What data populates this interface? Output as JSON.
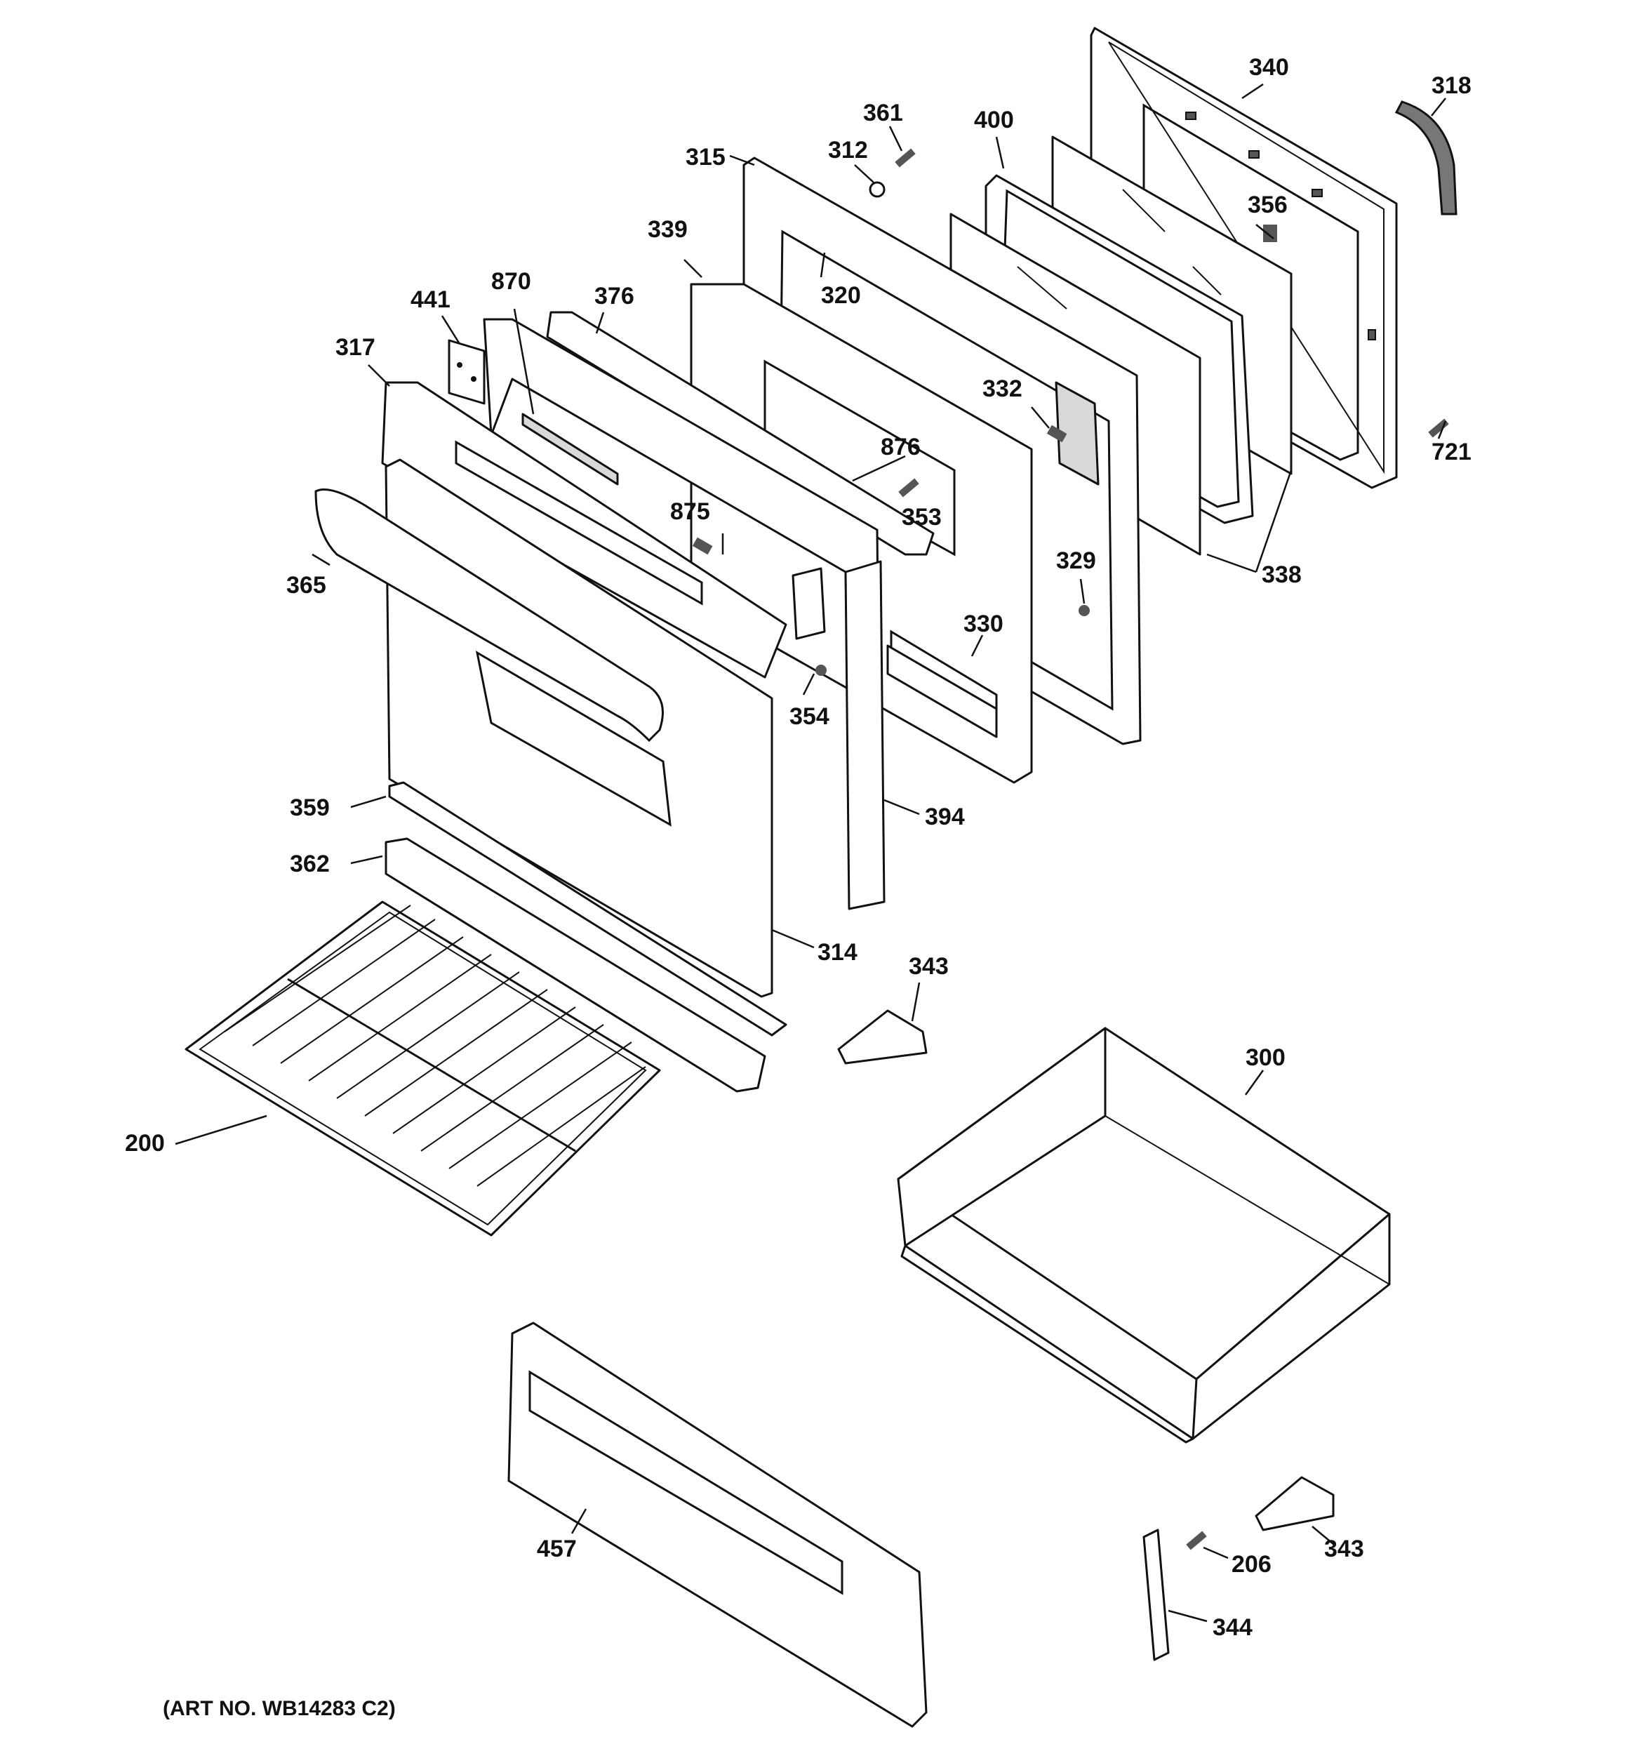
{
  "diagram": {
    "art_number": "(ART NO. WB14283 C2)",
    "callouts": [
      {
        "id": "c340",
        "label": "340"
      },
      {
        "id": "c318",
        "label": "318"
      },
      {
        "id": "c361",
        "label": "361"
      },
      {
        "id": "c400",
        "label": "400"
      },
      {
        "id": "c312",
        "label": "312"
      },
      {
        "id": "c315",
        "label": "315"
      },
      {
        "id": "c356",
        "label": "356"
      },
      {
        "id": "c339",
        "label": "339"
      },
      {
        "id": "c320",
        "label": "320"
      },
      {
        "id": "c870",
        "label": "870"
      },
      {
        "id": "c376",
        "label": "376"
      },
      {
        "id": "c441",
        "label": "441"
      },
      {
        "id": "c317",
        "label": "317"
      },
      {
        "id": "c332",
        "label": "332"
      },
      {
        "id": "c721",
        "label": "721"
      },
      {
        "id": "c876",
        "label": "876"
      },
      {
        "id": "c353",
        "label": "353"
      },
      {
        "id": "c875",
        "label": "875"
      },
      {
        "id": "c338",
        "label": "338"
      },
      {
        "id": "c365",
        "label": "365"
      },
      {
        "id": "c329",
        "label": "329"
      },
      {
        "id": "c330",
        "label": "330"
      },
      {
        "id": "c354",
        "label": "354"
      },
      {
        "id": "c359",
        "label": "359"
      },
      {
        "id": "c394",
        "label": "394"
      },
      {
        "id": "c362",
        "label": "362"
      },
      {
        "id": "c314",
        "label": "314"
      },
      {
        "id": "c343a",
        "label": "343"
      },
      {
        "id": "c300",
        "label": "300"
      },
      {
        "id": "c200",
        "label": "200"
      },
      {
        "id": "c206",
        "label": "206"
      },
      {
        "id": "c343b",
        "label": "343"
      },
      {
        "id": "c457",
        "label": "457"
      },
      {
        "id": "c344",
        "label": "344"
      }
    ]
  }
}
